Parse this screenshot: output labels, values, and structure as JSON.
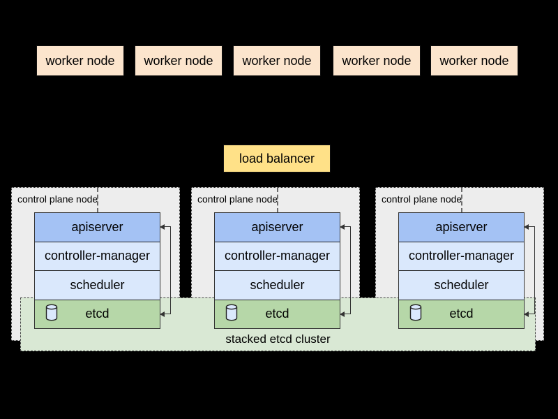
{
  "colors": {
    "background": "#000000",
    "worker_fill": "#fce5cd",
    "load_balancer_fill": "#ffe188",
    "apiserver_fill": "#a4c2f4",
    "component_fill": "#dae8fc",
    "etcd_fill": "#b6d7a8",
    "control_plane_node_fill": "#ededed",
    "etcd_band_fill": "#d9e8d4"
  },
  "worker_nodes": [
    {
      "label": "worker node"
    },
    {
      "label": "worker node"
    },
    {
      "label": "worker node"
    },
    {
      "label": "worker node"
    },
    {
      "label": "worker node"
    }
  ],
  "load_balancer": {
    "label": "load balancer"
  },
  "control_plane_nodes": [
    {
      "label": "control plane node",
      "components": [
        {
          "label": "apiserver"
        },
        {
          "label": "controller-manager"
        },
        {
          "label": "scheduler"
        },
        {
          "label": "etcd",
          "icon": "database-cylinder"
        }
      ]
    },
    {
      "label": "control plane node",
      "components": [
        {
          "label": "apiserver"
        },
        {
          "label": "controller-manager"
        },
        {
          "label": "scheduler"
        },
        {
          "label": "etcd",
          "icon": "database-cylinder"
        }
      ]
    },
    {
      "label": "control plane node",
      "components": [
        {
          "label": "apiserver"
        },
        {
          "label": "controller-manager"
        },
        {
          "label": "scheduler"
        },
        {
          "label": "etcd",
          "icon": "database-cylinder"
        }
      ]
    }
  ],
  "etcd_band": {
    "label": "stacked etcd cluster"
  }
}
